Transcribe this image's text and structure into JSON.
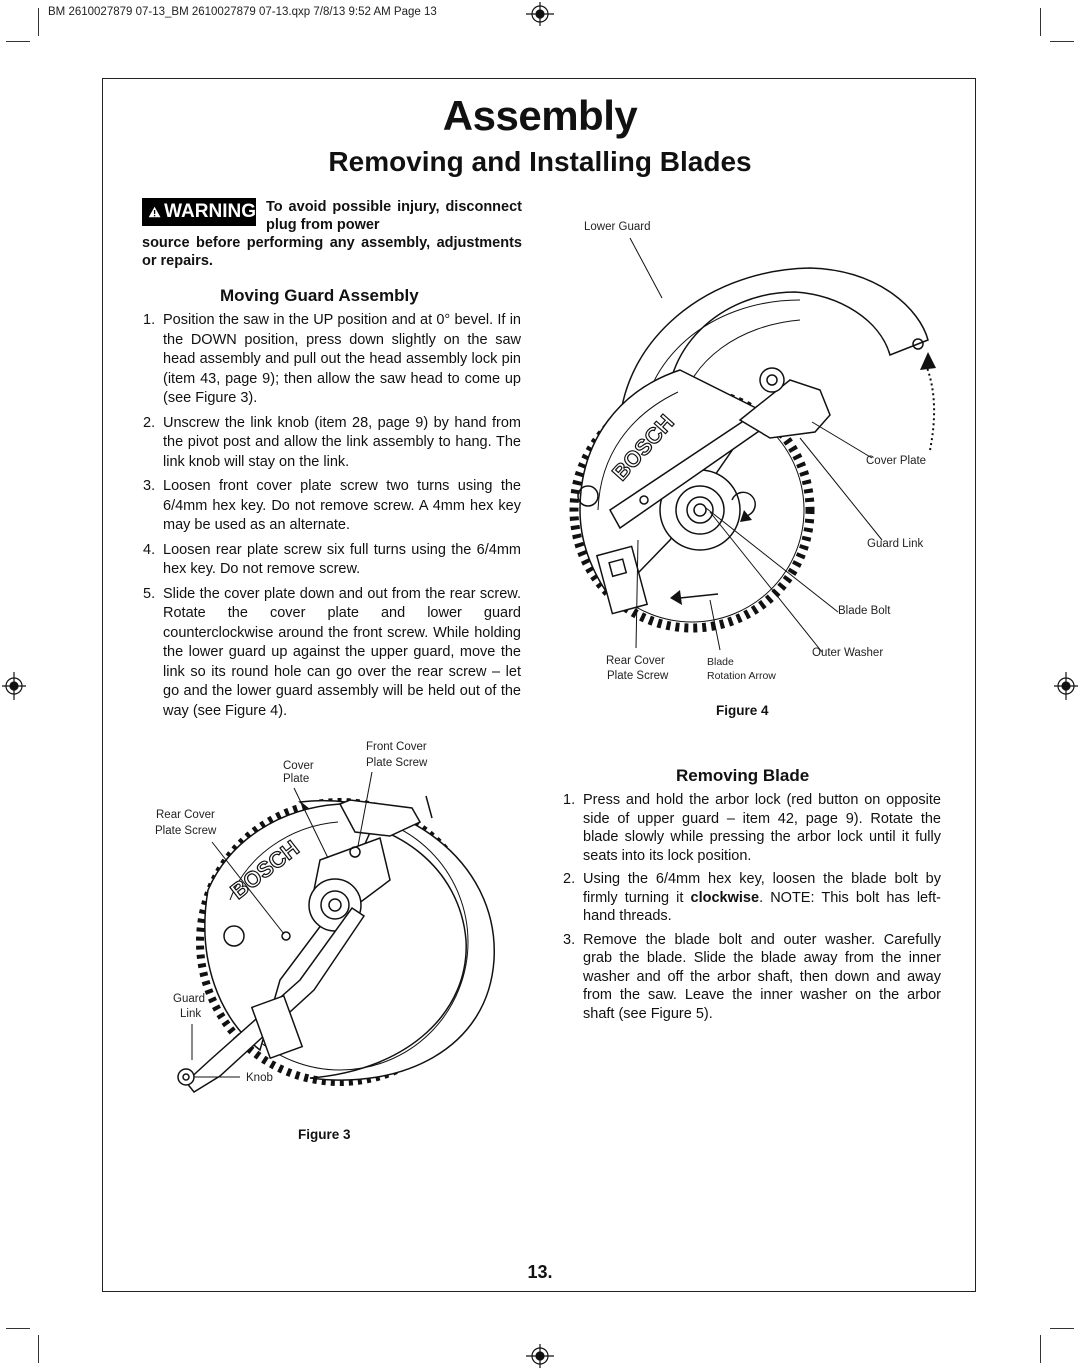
{
  "slug": "BM 2610027879 07-13_BM 2610027879 07-13.qxp  7/8/13  9:52 AM  Page 13",
  "title": "Assembly",
  "subtitle": "Removing and Installing Blades",
  "warning": {
    "badge": "WARNING",
    "line1": "To avoid possible injury, disconnect plug from power",
    "line2": "source before performing any assembly, adjustments or repairs."
  },
  "moving_guard": {
    "title": "Moving Guard Assembly",
    "steps": [
      {
        "n": "1.",
        "text": "Position the saw in the UP position and at 0° bevel.    If in the DOWN position, press down slightly on the    saw head assembly and pull out the head assembly lock pin (item 43, page 9); then allow the saw head to come up (see Figure 3)."
      },
      {
        "n": "2.",
        "text": "Unscrew the link knob (item 28, page 9) by hand from the pivot post and allow the link assembly to hang. The link knob will stay on the link."
      },
      {
        "n": "3.",
        "text": "Loosen front cover plate screw two turns using the 6/4mm hex key. Do not remove screw. A 4mm hex key may be used as an alternate."
      },
      {
        "n": "4.",
        "text": "Loosen rear plate screw six full turns using the 6/4mm hex key. Do not remove screw."
      },
      {
        "n": "5.",
        "text": "Slide the cover plate down and out from the rear screw. Rotate the cover plate and lower guard counterclockwise around the front screw. While holding the lower guard up against the upper guard, move the link so its round hole can go over the rear screw – let go and the lower guard assembly will be held out of the way (see Figure 4)."
      }
    ]
  },
  "removing_blade": {
    "title": "Removing Blade",
    "steps": [
      {
        "n": "1.",
        "text": "Press and hold the arbor lock (red button on opposite side of upper guard – item 42, page 9). Rotate the blade slowly while pressing the arbor lock until it fully seats into its lock position."
      },
      {
        "n": "2.",
        "pre": "Using the 6/4mm hex key, loosen the blade bolt by firmly turning it ",
        "bold": "clockwise",
        "post": ". NOTE: This bolt has left-hand threads."
      },
      {
        "n": "3.",
        "text": "Remove the blade bolt and outer washer. Carefully grab the blade. Slide the blade away from the inner washer and off the arbor shaft, then down and away from the saw. Leave the inner washer on the arbor shaft (see Figure 5)."
      }
    ]
  },
  "figure4": {
    "caption": "Figure 4",
    "brand": "BOSCH",
    "labels": {
      "lower_guard": "Lower Guard",
      "cover_plate": "Cover Plate",
      "guard_link": "Guard Link",
      "blade_bolt": "Blade Bolt",
      "outer_washer": "Outer Washer",
      "rear_cover": "Rear Cover",
      "plate_screw": "Plate Screw",
      "blade": "Blade",
      "rotation_arrow": "Rotation Arrow"
    }
  },
  "figure3": {
    "caption": "Figure 3",
    "brand": "BOSCH",
    "labels": {
      "front_cover": "Front Cover",
      "plate_screw": "Plate Screw",
      "cover": "Cover",
      "plate": "Plate",
      "rear_cover": "Rear Cover",
      "rear_plate_screw": "Plate Screw",
      "guard": "Guard",
      "link": "Link",
      "knob": "Knob"
    }
  },
  "page_number": "13."
}
